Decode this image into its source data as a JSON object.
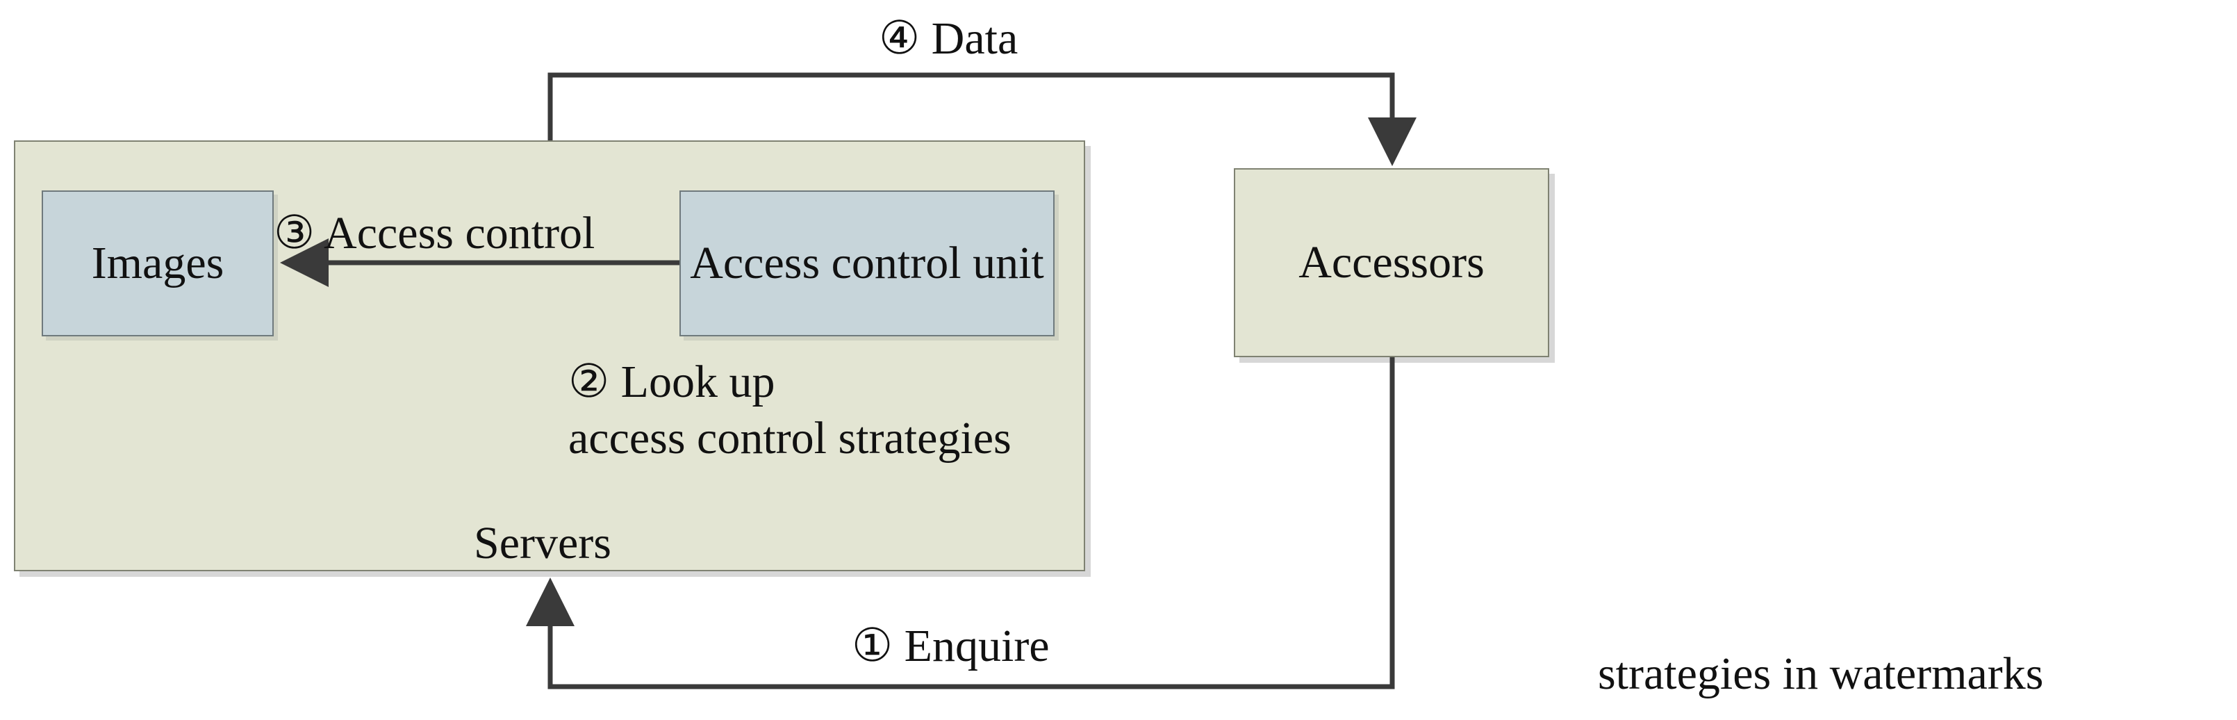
{
  "nodes": {
    "servers": {
      "label": "Servers"
    },
    "images": {
      "label": "Images"
    },
    "access_control_unit": {
      "label": "Access control unit"
    },
    "accessors": {
      "label": "Accessors"
    }
  },
  "edges": {
    "enquire": {
      "label": "① Enquire"
    },
    "lookup": {
      "line1": "② Look up",
      "line2": "access control strategies"
    },
    "access_control": {
      "label": "③ Access control"
    },
    "data": {
      "label": "④ Data"
    }
  },
  "caption": "strategies in watermarks",
  "colors": {
    "container_fill": "#e3e5d3",
    "inner_box_fill": "#c7d5da",
    "connector": "#3a3a3a"
  }
}
